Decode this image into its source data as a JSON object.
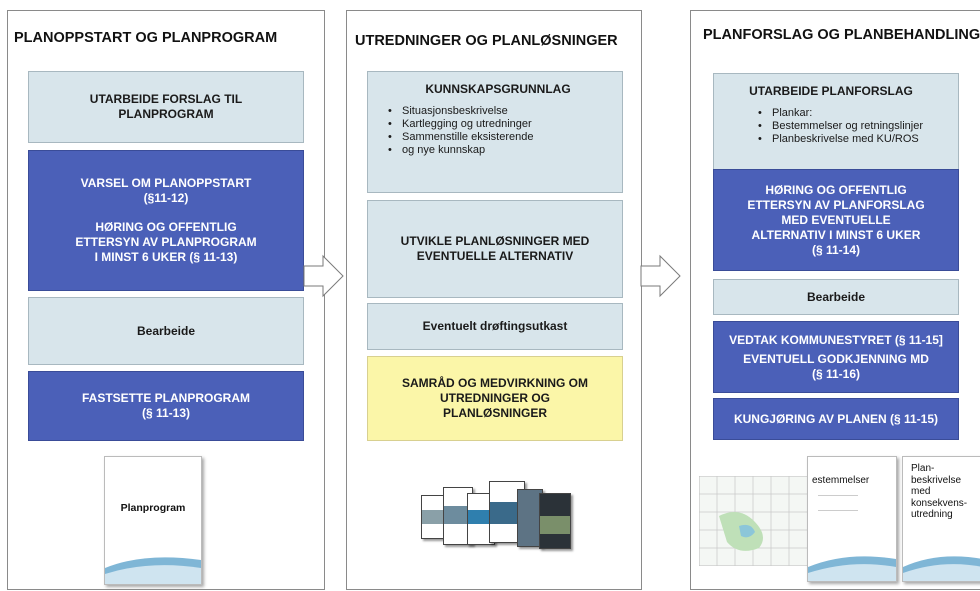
{
  "columns": [
    {
      "title": "PLANOPPSTART OG PLANPROGRAM",
      "boxes": [
        "UTARBEIDE FORSLAG TIL\nPLANPROGRAM",
        "VARSEL OM PLANOPPSTART\n(§11-12)",
        "HØRING OG OFFENTLIG\nETTERSYN AV PLANPROGRAM\nI MINST 6 UKER (§ 11-13)",
        "Bearbeide",
        "FASTSETTE PLANPROGRAM\n(§ 11-13)"
      ],
      "document": "Planprogram"
    },
    {
      "title": "UTREDNINGER OG PLANLØSNINGER",
      "knowledge_heading": "KUNNSKAPSGRUNNLAG",
      "knowledge_items": [
        "Situasjonsbeskrivelse",
        "Kartlegging og utredninger",
        "Sammenstille eksisterende",
        "og nye kunnskap"
      ],
      "boxes": [
        "UTVIKLE PLANLØSNINGER MED\nEVENTUELLE ALTERNATIV",
        "Eventuelt drøftingsutkast",
        "SAMRÅD OG MEDVIRKNING OM\nUTREDNINGER OG\nPLANLØSNINGER"
      ]
    },
    {
      "title": "PLANFORSLAG OG PLANBEHANDLING",
      "proposal_heading": "UTARBEIDE PLANFORSLAG",
      "proposal_items": [
        "Plankar:",
        "Bestemmelser og retningslinjer",
        "Planbeskrivelse med KU/ROS"
      ],
      "boxes": [
        "HØRING OG OFFENTLIG\nETTERSYN AV PLANFORSLAG\nMED EVENTUELLE\nALTERNATIV I MINST 6 UKER\n(§ 11-14)",
        "Bearbeide",
        "VEDTAK KOMMUNESTYRET (§ 11-15]",
        "EVENTUELL GODKJENNING MD\n(§ 11-16)",
        "KUNGJØRING AV PLANEN (§ 11-15)"
      ],
      "documents": [
        "estemmelser",
        "Plan-\nbeskrivelse\nmed\nkonsekvens-\nutredning"
      ]
    }
  ],
  "colors": {
    "light_box": "#d8e5eb",
    "dark_box": "#4b60b8",
    "yellow_box": "#fbf6a8",
    "wave": "#7fb6d6"
  },
  "icons": [
    "arrow-right-icon"
  ]
}
